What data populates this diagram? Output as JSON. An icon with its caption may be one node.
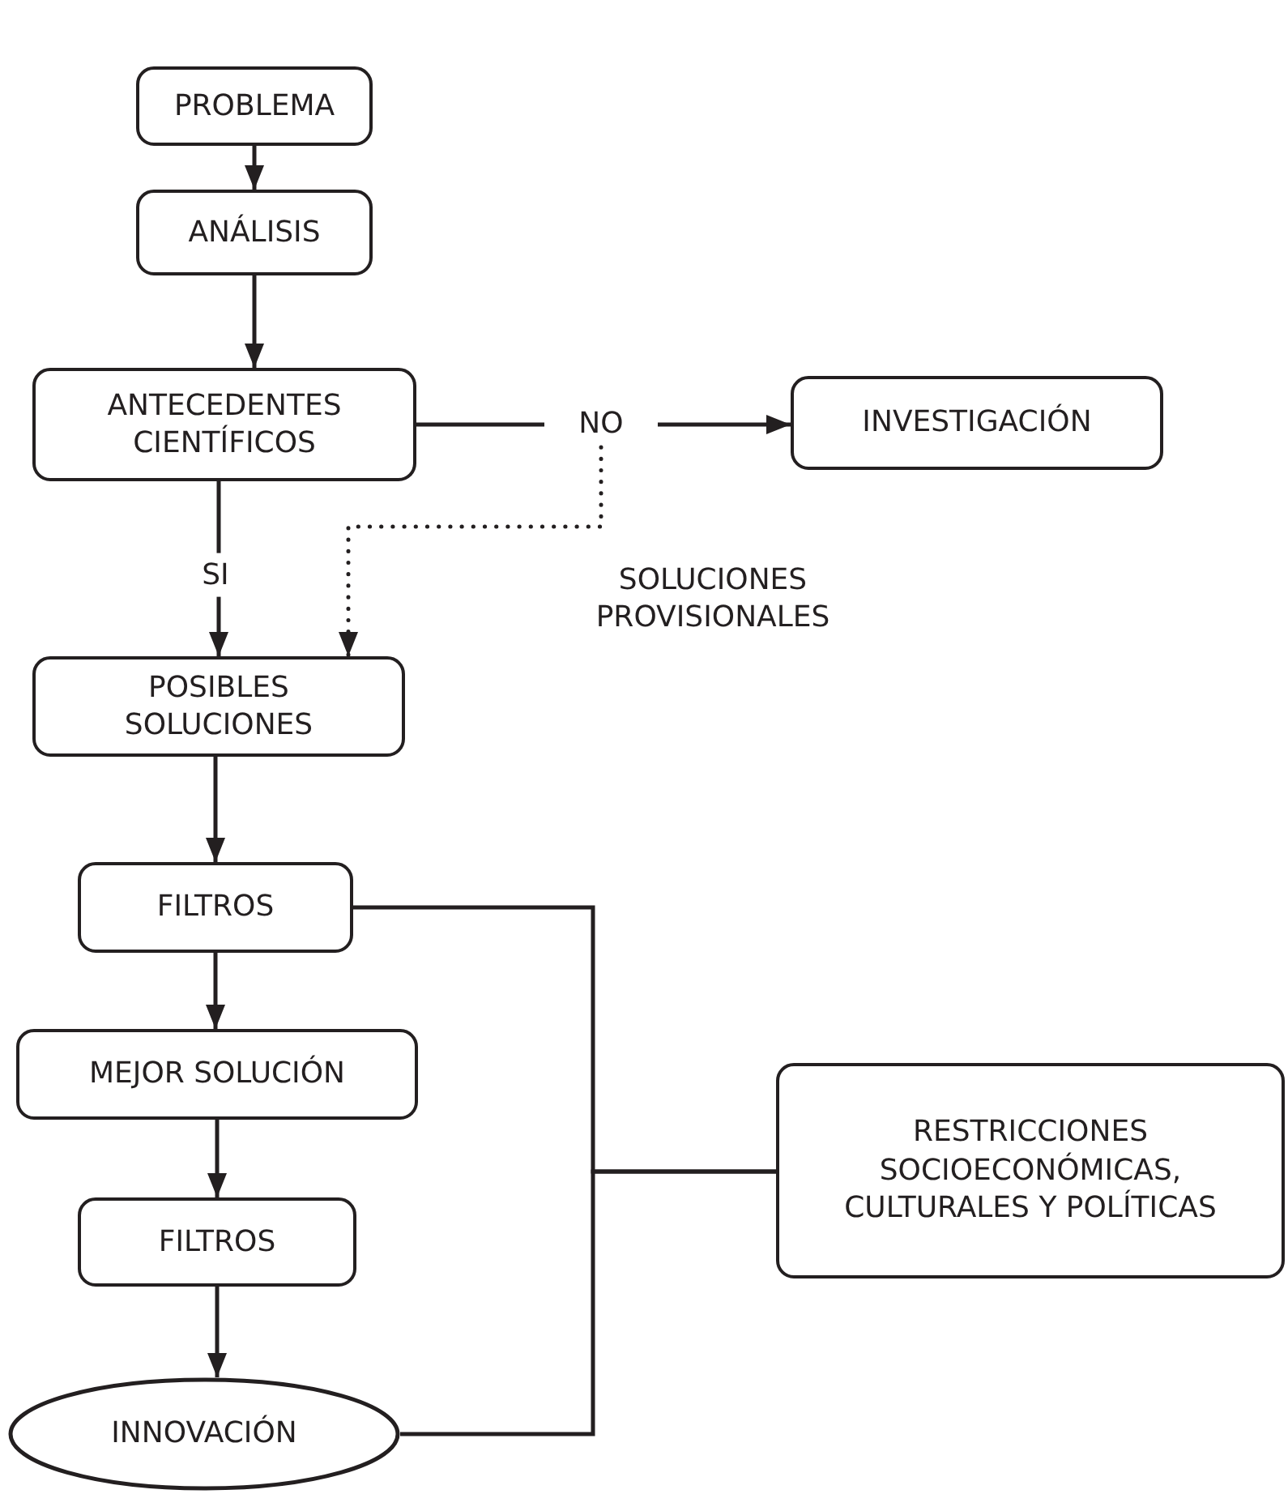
{
  "diagram": {
    "nodes": [
      {
        "text": [
          "PROBLEMA"
        ]
      },
      {
        "text": [
          "ANÁLISIS"
        ]
      },
      {
        "text": [
          "ANTECEDENTES CIENTÍFICOS"
        ]
      },
      {
        "text": [
          "NO"
        ]
      },
      {
        "text": [
          "INVESTIGACIÓN"
        ]
      },
      {
        "text": [
          "POSIBLES SOLUCIONES"
        ]
      },
      {
        "text": [
          "FILTROS"
        ]
      },
      {
        "text": [
          "MEJOR SOLUCIÓN"
        ]
      },
      {
        "text": [
          "FILTROS"
        ]
      },
      {
        "text": [
          "INNOVACIÓN"
        ]
      },
      {
        "text": [
          "RESTRICCIONES SOCIOECONÓMICAS, CULTURALES Y POLÍTICAS"
        ]
      }
    ],
    "edges": [
      {
        "from": 0,
        "to": 1,
        "arrow": "to"
      },
      {
        "from": 1,
        "to": 2,
        "arrow": "to"
      },
      {
        "from": 2,
        "to": 3,
        "arrow": "none"
      },
      {
        "from": 3,
        "to": 4,
        "arrow": "to"
      },
      {
        "from": 3,
        "to": 5,
        "arrow": "to",
        "style": "dashed",
        "label": "SOLUCIONES PROVISIONALES"
      },
      {
        "from": 2,
        "to": 5,
        "arrow": "to",
        "label": "SI"
      },
      {
        "from": 5,
        "to": 6,
        "arrow": "to"
      },
      {
        "from": 6,
        "to": 7,
        "arrow": "to"
      },
      {
        "from": 7,
        "to": 8,
        "arrow": "to"
      },
      {
        "from": 8,
        "to": 9,
        "arrow": "to"
      },
      {
        "from": 6,
        "to": 10,
        "arrow": "none"
      },
      {
        "from": 9,
        "to": 10,
        "arrow": "none"
      }
    ]
  }
}
